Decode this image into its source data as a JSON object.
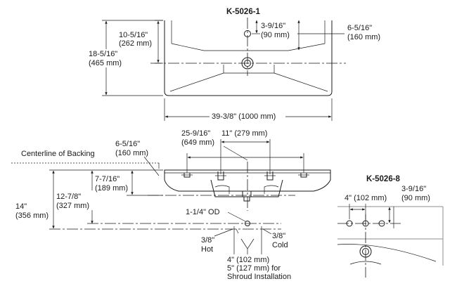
{
  "top_view": {
    "model": "K-5026-1",
    "height_to_drain": [
      "10-5/16\"",
      "(262 mm)"
    ],
    "overall_depth": [
      "18-5/16\"",
      "(465 mm)"
    ],
    "faucet_hole_setback": [
      "3-9/16\"",
      "(90 mm)"
    ],
    "basin_depth": [
      "6-5/16\"",
      "(160 mm)"
    ],
    "overall_width": "39-3/8\" (1000 mm)"
  },
  "front_view": {
    "faucet_spread_total": [
      "25-9/16\"",
      "(649 mm)"
    ],
    "faucet_spread_partial": "11\" (279 mm)",
    "centerline_label": "Centerline of Backing",
    "rim_to_backing": [
      "6-5/16\"",
      "(160 mm)"
    ],
    "bowl_height": [
      "7-7/16\"",
      "(189 mm)"
    ],
    "drain_height": [
      "12-7/8\"",
      "(327 mm)"
    ],
    "supply_height": [
      "14\"",
      "(356 mm)"
    ],
    "drain_od": "1-1/4\" OD",
    "hot_supply": [
      "3/8\"",
      "Hot"
    ],
    "cold_supply": [
      "3/8\"",
      "Cold"
    ],
    "supply_spacing": [
      "4\" (102 mm)",
      "5\" (127 mm) for",
      "Shroud Installation"
    ]
  },
  "detail_view": {
    "model": "K-5026-8",
    "hole_spacing": "4\" (102 mm)",
    "setback": [
      "3-9/16\"",
      "(90 mm)"
    ]
  }
}
